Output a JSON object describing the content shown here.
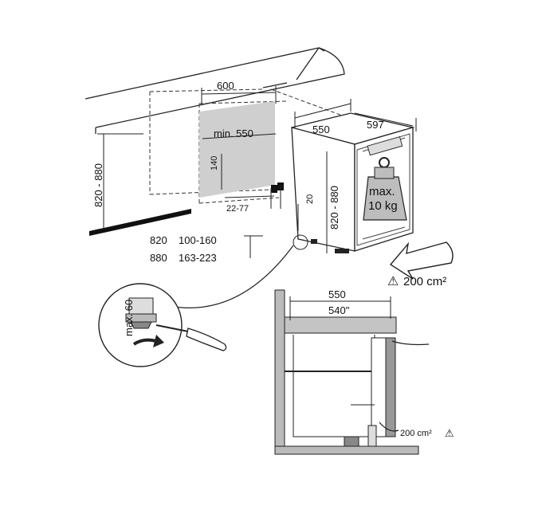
{
  "dimensions": {
    "niche_width": "600",
    "niche_depth_min": "min. 550",
    "niche_height": "820 - 880",
    "recess_140": "140",
    "gap_22_77": "22-77",
    "appliance_depth": "550",
    "appliance_width": "597",
    "appliance_height": "820 - 880",
    "appliance_20": "20",
    "plinth_820": "820",
    "plinth_820_range": "100-160",
    "plinth_880": "880",
    "plinth_880_range": "163-223"
  },
  "load_label": {
    "line1": "max.",
    "line2": "10 kg"
  },
  "ventilation": {
    "main": "200 cm²",
    "section": "200 cm²"
  },
  "foot_adjust": {
    "max_label": "max. 60"
  },
  "section_view": {
    "depth": "550",
    "depth_inner": "540\""
  },
  "warning_symbol": "⚠"
}
